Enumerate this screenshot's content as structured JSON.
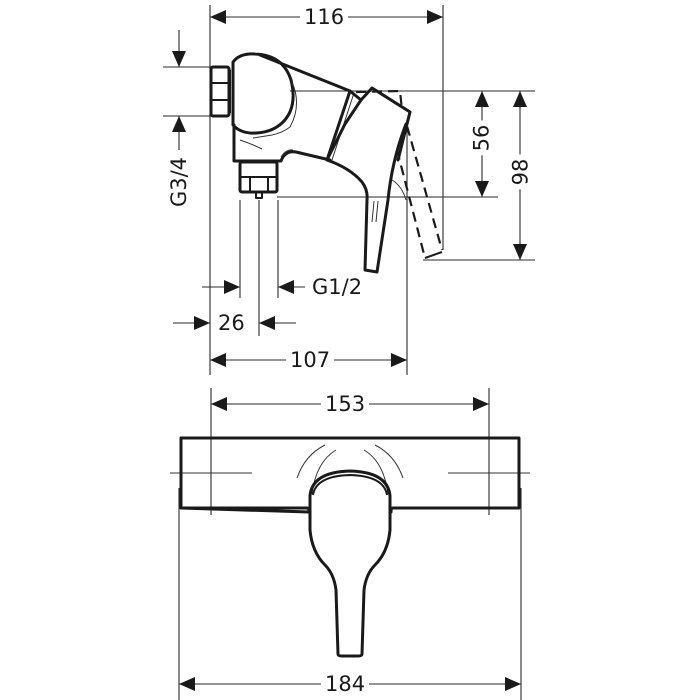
{
  "drawing": {
    "title": "Single lever shower mixer – dimensional drawing",
    "views": [
      "side-view",
      "front-view"
    ],
    "line_color": "#1a1a1a",
    "background": "#ffffff"
  },
  "side_view": {
    "dimensions": {
      "overall_depth": "116",
      "inlet_thread": "G3/4",
      "lever_height_upper": "56",
      "lever_height_total": "98",
      "outlet_thread": "G1/2",
      "outlet_offset": "26",
      "outlet_depth": "107"
    }
  },
  "front_view": {
    "dimensions": {
      "connection_centers": "153",
      "overall_width": "184"
    }
  }
}
